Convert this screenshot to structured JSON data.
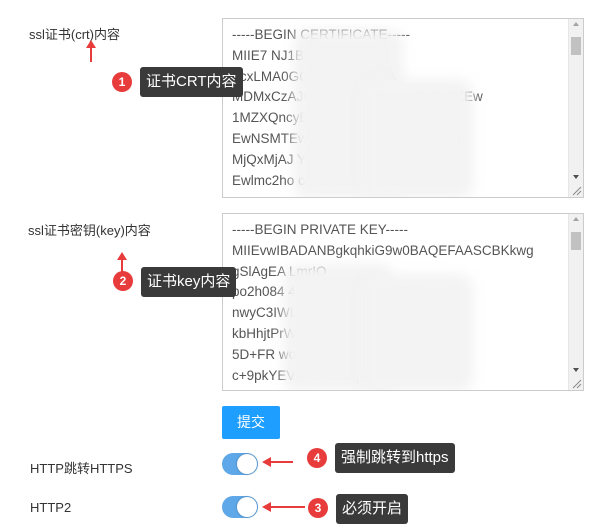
{
  "form": {
    "crt_label": "ssl证书(crt)内容",
    "key_label": "ssl证书密钥(key)内容",
    "submit_label": "提交",
    "https_redirect_label": "HTTP跳转HTTPS",
    "http2_label": "HTTP2"
  },
  "crt_textarea": {
    "lines": [
      "-----BEGIN CERTIFICATE-----",
      "MIIE7                NJ1Bbw0A5vf+6GI",
      "+cxLMA0GCSqGSIb3D          UA",
      "MDMxCzAJBgNVB            MRYwFAYDVQQKEw",
      "1MZXQncyBFb              wCgYDVQQD",
      "EwNSMTEwH      MjQwO         MxNDA5WhcN",
      "MjQxMjAJ                        YDVQQD",
      "Ewlmc2ho                       o3DQEBA"
    ]
  },
  "key_textarea": {
    "lines": [
      "-----BEGIN PRIVATE KEY-----",
      "MIIEvwIBADANBgkqhkiG9w0BAQEFAASCBKkwg",
      "gSlAgEA                         LmrIO",
      "po2h084       47                8VjjgBQGyKo4RLhge",
      "nwyC3IWIA              n8NfJB9",
      "kbHhjtPrW              O3WlyXUxm4E2BeIlzleN",
      "5D+FR                          woF",
      "c+9pkYEV                   OLRLD8qfmGvxi9"
    ]
  },
  "annotations": [
    {
      "number": "1",
      "text": "证书CRT内容"
    },
    {
      "number": "2",
      "text": "证书key内容"
    },
    {
      "number": "4",
      "text": "强制跳转到https"
    },
    {
      "number": "3",
      "text": "必须开启"
    }
  ],
  "toggles": {
    "https_redirect_on": true,
    "http2_on": true
  },
  "colors": {
    "accent": "#1e9fff",
    "toggle": "#5ea7e8",
    "badge": "#e83b3b",
    "tooltip": "#3a3a3a",
    "arrow": "#e83b3b"
  }
}
